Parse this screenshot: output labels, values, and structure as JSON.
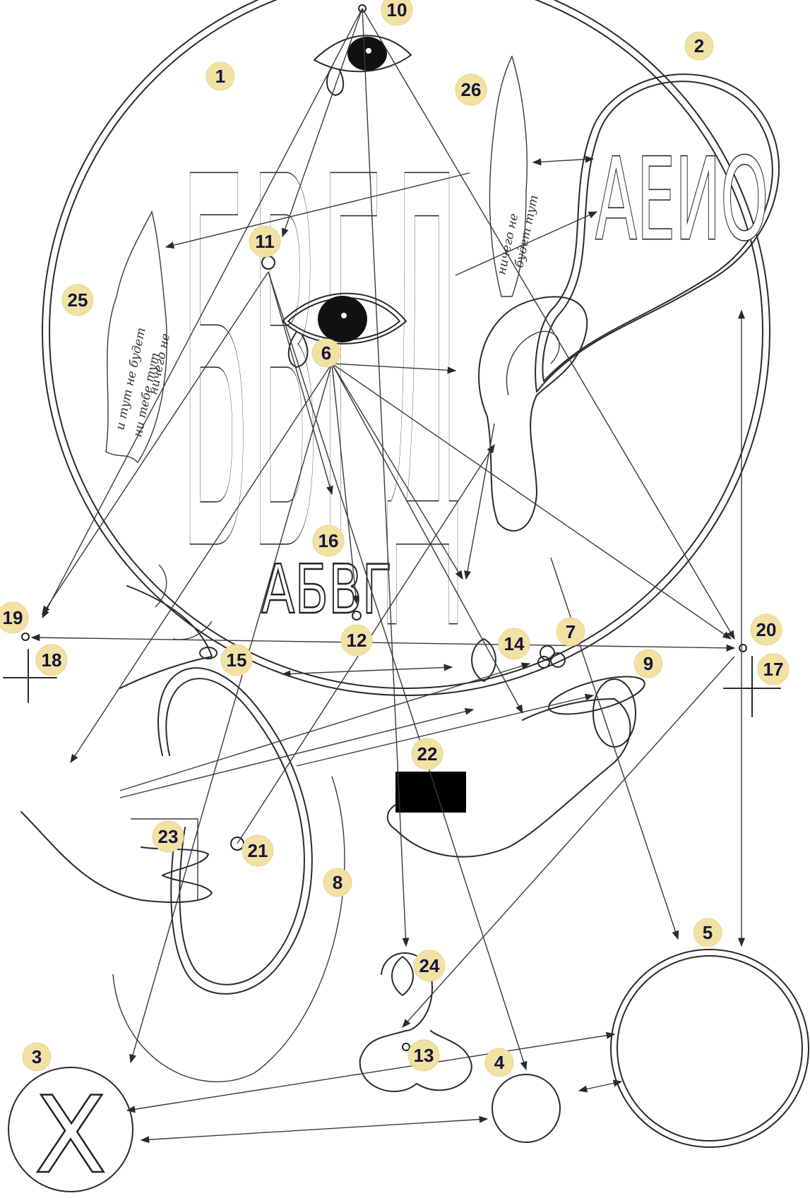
{
  "title_letters": {
    "vertical": "БВГД",
    "row_left": "АБВГ",
    "row_right": "АЕИО",
    "circle_letter": "X"
  },
  "notes": {
    "left_flame": [
      "и тут не будет",
      "ни тебе тут",
      "ничего не"
    ],
    "right_flame": [
      "ничего не",
      "будет тут"
    ]
  },
  "markers": [
    {
      "id": "m1",
      "label": "1"
    },
    {
      "id": "m2",
      "label": "2"
    },
    {
      "id": "m3",
      "label": "3"
    },
    {
      "id": "m4",
      "label": "4"
    },
    {
      "id": "m5",
      "label": "5"
    },
    {
      "id": "m6",
      "label": "6"
    },
    {
      "id": "m7",
      "label": "7"
    },
    {
      "id": "m8",
      "label": "8"
    },
    {
      "id": "m9",
      "label": "9"
    },
    {
      "id": "m10",
      "label": "10"
    },
    {
      "id": "m11",
      "label": "11"
    },
    {
      "id": "m12",
      "label": "12"
    },
    {
      "id": "m13",
      "label": "13"
    },
    {
      "id": "m14",
      "label": "14"
    },
    {
      "id": "m15",
      "label": "15"
    },
    {
      "id": "m16",
      "label": "16"
    },
    {
      "id": "m17",
      "label": "17"
    },
    {
      "id": "m18",
      "label": "18"
    },
    {
      "id": "m19",
      "label": "19"
    },
    {
      "id": "m20",
      "label": "20"
    },
    {
      "id": "m21",
      "label": "21"
    },
    {
      "id": "m22",
      "label": "22"
    },
    {
      "id": "m23",
      "label": "23"
    },
    {
      "id": "m24",
      "label": "24"
    },
    {
      "id": "m25",
      "label": "25"
    },
    {
      "id": "m26",
      "label": "26"
    }
  ],
  "colors": {
    "ink": "#2a2a2a",
    "badge": "#f1e2a4",
    "badge_text": "#14143a",
    "paper": "#ffffff"
  }
}
